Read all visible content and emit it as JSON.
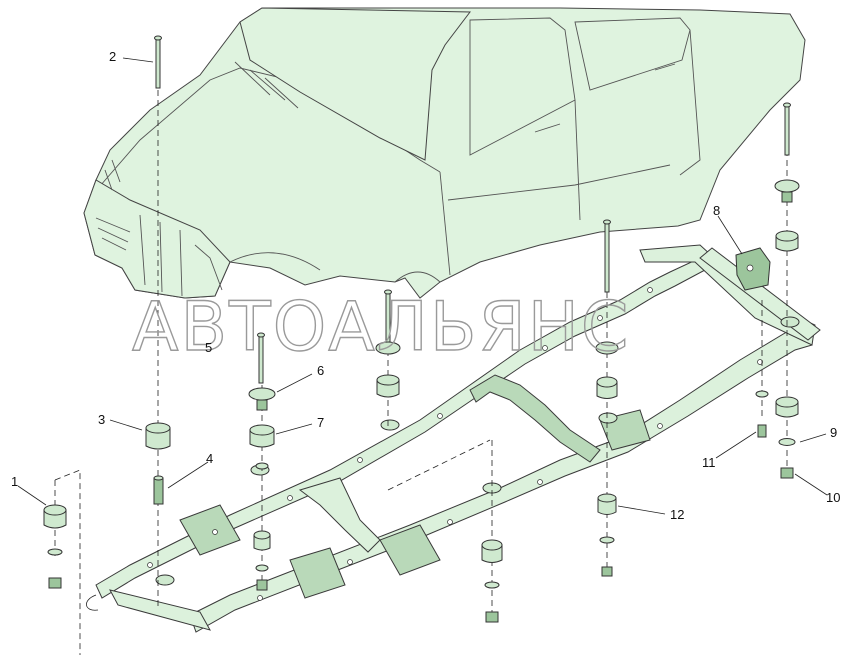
{
  "diagram": {
    "watermark": "АВТОАЛЬЯНС",
    "callouts": [
      "1",
      "2",
      "3",
      "4",
      "5",
      "6",
      "7",
      "8",
      "9",
      "10",
      "11",
      "12"
    ]
  },
  "colors": {
    "body_fill": "#dff3df",
    "frame_fill": "#dcf1dc",
    "part_fill": "#cfe9cf"
  }
}
